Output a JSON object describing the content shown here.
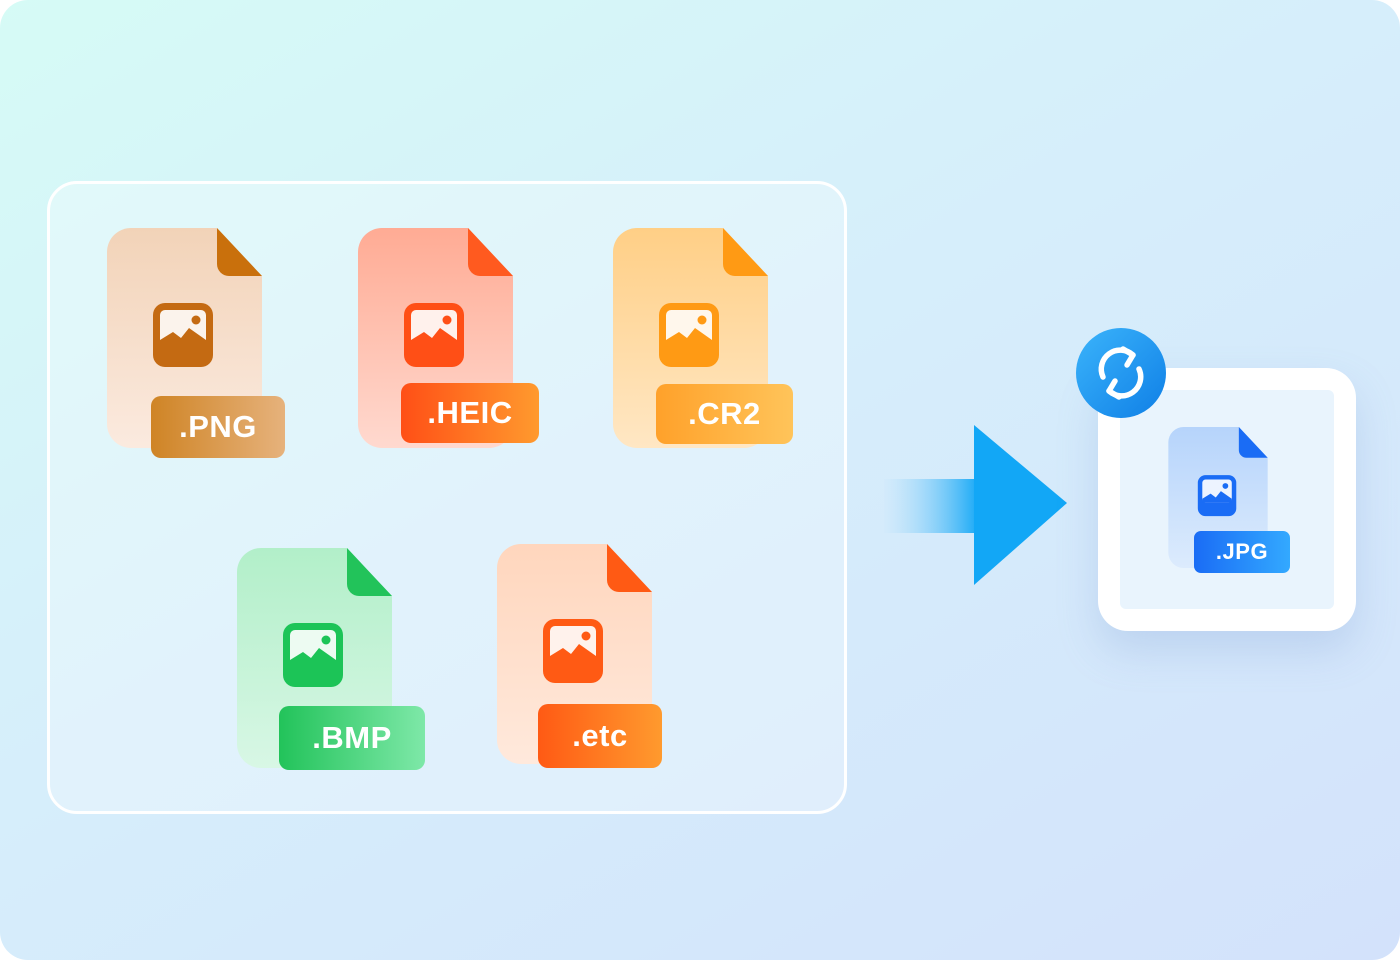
{
  "sources": [
    {
      "key": "png",
      "label": ".PNG",
      "doc_top": "#f2d3b8",
      "doc_bottom": "#fbeadf",
      "fold": "#c9700c",
      "icon": "#c46a12",
      "badge_from": "#cf8425",
      "badge_to": "#e6b27c"
    },
    {
      "key": "heic",
      "label": ".HEIC",
      "doc_top": "#ffab94",
      "doc_bottom": "#ffd9cf",
      "fold": "#ff5a1f",
      "icon": "#ff4f16",
      "badge_from": "#ff4f16",
      "badge_to": "#ff9a2e"
    },
    {
      "key": "cr2",
      "label": ".CR2",
      "doc_top": "#ffcf86",
      "doc_bottom": "#ffe7c4",
      "fold": "#ff9a14",
      "icon": "#ff9a14",
      "badge_from": "#ffa12a",
      "badge_to": "#ffc45a"
    },
    {
      "key": "bmp",
      "label": ".BMP",
      "doc_top": "#b2efc9",
      "doc_bottom": "#d8f7e5",
      "fold": "#22c35a",
      "icon": "#1cc457",
      "badge_from": "#22c35a",
      "badge_to": "#7ee8a8"
    },
    {
      "key": "etc",
      "label": ".etc",
      "doc_top": "#ffd6bd",
      "doc_bottom": "#ffe9dc",
      "fold": "#ff5a14",
      "icon": "#ff5a14",
      "badge_from": "#ff5a14",
      "badge_to": "#ff9a2e"
    }
  ],
  "target": {
    "key": "jpg",
    "label": ".JPG",
    "doc_top": "#b6d4fb",
    "doc_bottom": "#dcebfd",
    "fold": "#1a6cf5",
    "icon": "#1a6cf5",
    "badge_from": "#1a6cf5",
    "badge_to": "#33a9ff"
  },
  "colors": {
    "arrow_tail": "#cfe9fb",
    "arrow_head": "#12a7f6",
    "convert_badge_from": "#0f8be8",
    "convert_badge_to": "#3bb4fb"
  },
  "icons": {
    "image": "image-icon",
    "convert": "refresh-icon",
    "arrow": "arrow-right-icon"
  }
}
